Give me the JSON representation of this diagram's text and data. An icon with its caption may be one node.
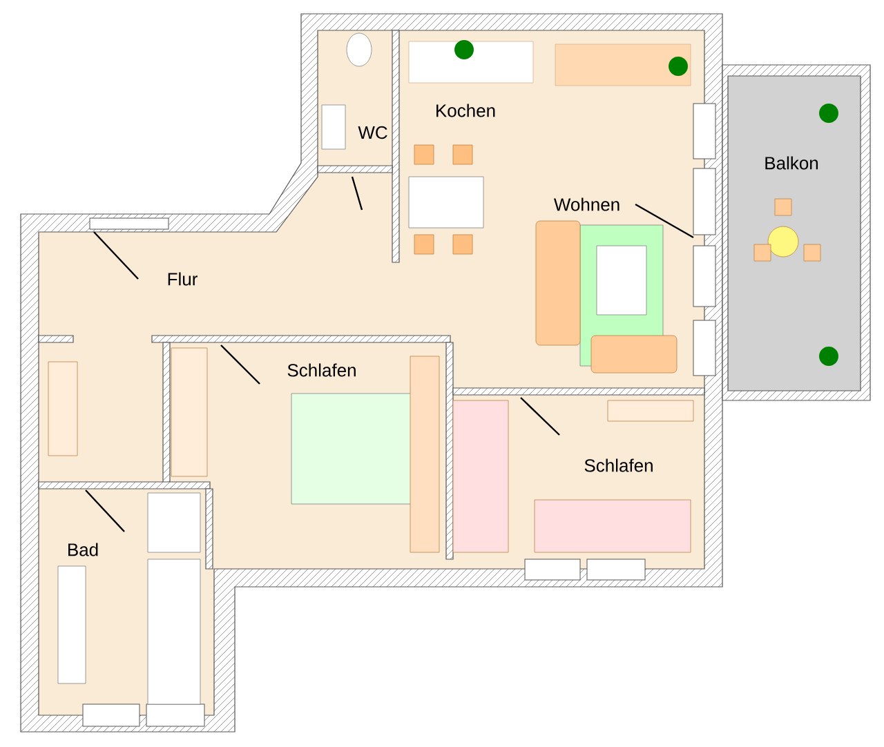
{
  "diagram": {
    "labels": [
      "Kochen",
      "WC",
      "Balkon",
      "Wohnen",
      "Flur",
      "Schlafen",
      "Schlafen",
      "Bad"
    ]
  }
}
